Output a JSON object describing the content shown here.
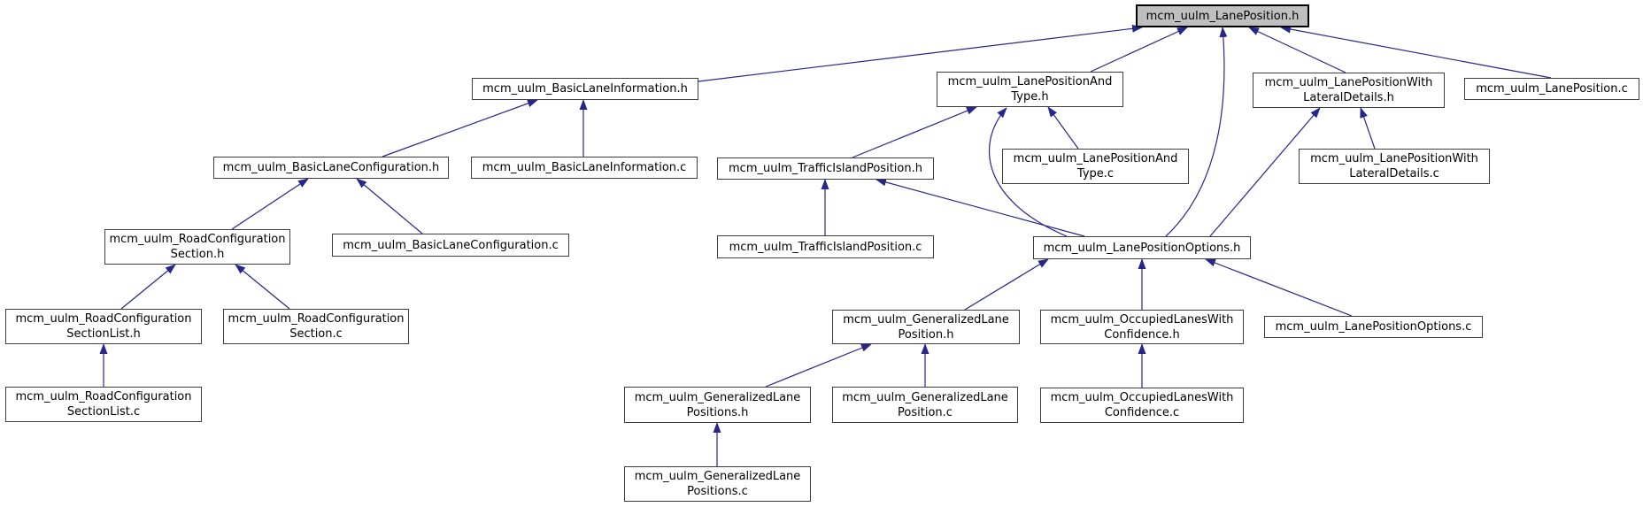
{
  "diagram": {
    "kind": "include-dependency-graph",
    "colors": {
      "background": "#ffffff",
      "edge": "#26268b",
      "node_border": "#3d3d3d",
      "node_fill": "#ffffff",
      "root_fill": "#bfbfbf",
      "root_border": "#000000",
      "text": "#000000"
    }
  },
  "graph": {
    "nodes": [
      {
        "id": "lane-position-h",
        "label": "mcm_uulm_LanePosition.h",
        "lines": [
          "mcm_uulm_LanePosition.h"
        ],
        "highlighted": true
      },
      {
        "id": "basic-lane-information-h",
        "label": "mcm_uulm_BasicLaneInformation.h",
        "lines": [
          "mcm_uulm_BasicLaneInformation.h"
        ],
        "highlighted": false
      },
      {
        "id": "lane-position-and-type-h",
        "label": "mcm_uulm_LanePositionAndType.h",
        "lines": [
          "mcm_uulm_LanePositionAnd",
          "Type.h"
        ],
        "highlighted": false
      },
      {
        "id": "lane-position-with-lateral-details-h",
        "label": "mcm_uulm_LanePositionWithLateralDetails.h",
        "lines": [
          "mcm_uulm_LanePositionWith",
          "LateralDetails.h"
        ],
        "highlighted": false
      },
      {
        "id": "lane-position-c",
        "label": "mcm_uulm_LanePosition.c",
        "lines": [
          "mcm_uulm_LanePosition.c"
        ],
        "highlighted": false
      },
      {
        "id": "basic-lane-configuration-h",
        "label": "mcm_uulm_BasicLaneConfiguration.h",
        "lines": [
          "mcm_uulm_BasicLaneConfiguration.h"
        ],
        "highlighted": false
      },
      {
        "id": "basic-lane-information-c",
        "label": "mcm_uulm_BasicLaneInformation.c",
        "lines": [
          "mcm_uulm_BasicLaneInformation.c"
        ],
        "highlighted": false
      },
      {
        "id": "traffic-island-position-h",
        "label": "mcm_uulm_TrafficIslandPosition.h",
        "lines": [
          "mcm_uulm_TrafficIslandPosition.h"
        ],
        "highlighted": false
      },
      {
        "id": "lane-position-and-type-c",
        "label": "mcm_uulm_LanePositionAndType.c",
        "lines": [
          "mcm_uulm_LanePositionAnd",
          "Type.c"
        ],
        "highlighted": false
      },
      {
        "id": "lane-position-with-lateral-details-c",
        "label": "mcm_uulm_LanePositionWithLateralDetails.c",
        "lines": [
          "mcm_uulm_LanePositionWith",
          "LateralDetails.c"
        ],
        "highlighted": false
      },
      {
        "id": "road-configuration-section-h",
        "label": "mcm_uulm_RoadConfigurationSection.h",
        "lines": [
          "mcm_uulm_RoadConfiguration",
          "Section.h"
        ],
        "highlighted": false
      },
      {
        "id": "basic-lane-configuration-c",
        "label": "mcm_uulm_BasicLaneConfiguration.c",
        "lines": [
          "mcm_uulm_BasicLaneConfiguration.c"
        ],
        "highlighted": false
      },
      {
        "id": "traffic-island-position-c",
        "label": "mcm_uulm_TrafficIslandPosition.c",
        "lines": [
          "mcm_uulm_TrafficIslandPosition.c"
        ],
        "highlighted": false
      },
      {
        "id": "lane-position-options-h",
        "label": "mcm_uulm_LanePositionOptions.h",
        "lines": [
          "mcm_uulm_LanePositionOptions.h"
        ],
        "highlighted": false
      },
      {
        "id": "road-configuration-section-list-h",
        "label": "mcm_uulm_RoadConfigurationSectionList.h",
        "lines": [
          "mcm_uulm_RoadConfiguration",
          "SectionList.h"
        ],
        "highlighted": false
      },
      {
        "id": "road-configuration-section-c",
        "label": "mcm_uulm_RoadConfigurationSection.c",
        "lines": [
          "mcm_uulm_RoadConfiguration",
          "Section.c"
        ],
        "highlighted": false
      },
      {
        "id": "generalized-lane-position-h",
        "label": "mcm_uulm_GeneralizedLanePosition.h",
        "lines": [
          "mcm_uulm_GeneralizedLane",
          "Position.h"
        ],
        "highlighted": false
      },
      {
        "id": "occupied-lanes-with-confidence-h",
        "label": "mcm_uulm_OccupiedLanesWithConfidence.h",
        "lines": [
          "mcm_uulm_OccupiedLanesWith",
          "Confidence.h"
        ],
        "highlighted": false
      },
      {
        "id": "lane-position-options-c",
        "label": "mcm_uulm_LanePositionOptions.c",
        "lines": [
          "mcm_uulm_LanePositionOptions.c"
        ],
        "highlighted": false
      },
      {
        "id": "road-configuration-section-list-c",
        "label": "mcm_uulm_RoadConfigurationSectionList.c",
        "lines": [
          "mcm_uulm_RoadConfiguration",
          "SectionList.c"
        ],
        "highlighted": false
      },
      {
        "id": "generalized-lane-positions-h",
        "label": "mcm_uulm_GeneralizedLanePositions.h",
        "lines": [
          "mcm_uulm_GeneralizedLane",
          "Positions.h"
        ],
        "highlighted": false
      },
      {
        "id": "generalized-lane-position-c",
        "label": "mcm_uulm_GeneralizedLanePosition.c",
        "lines": [
          "mcm_uulm_GeneralizedLane",
          "Position.c"
        ],
        "highlighted": false
      },
      {
        "id": "occupied-lanes-with-confidence-c",
        "label": "mcm_uulm_OccupiedLanesWithConfidence.c",
        "lines": [
          "mcm_uulm_OccupiedLanesWith",
          "Confidence.c"
        ],
        "highlighted": false
      },
      {
        "id": "generalized-lane-positions-c",
        "label": "mcm_uulm_GeneralizedLanePositions.c",
        "lines": [
          "mcm_uulm_GeneralizedLane",
          "Positions.c"
        ],
        "highlighted": false
      }
    ],
    "edges": [
      {
        "from": "basic-lane-information-h",
        "to": "lane-position-h"
      },
      {
        "from": "lane-position-and-type-h",
        "to": "lane-position-h"
      },
      {
        "from": "lane-position-options-h",
        "to": "lane-position-h"
      },
      {
        "from": "lane-position-with-lateral-details-h",
        "to": "lane-position-h"
      },
      {
        "from": "lane-position-c",
        "to": "lane-position-h"
      },
      {
        "from": "traffic-island-position-h",
        "to": "lane-position-and-type-h"
      },
      {
        "from": "lane-position-and-type-c",
        "to": "lane-position-and-type-h"
      },
      {
        "from": "lane-position-options-h",
        "to": "lane-position-and-type-h"
      },
      {
        "from": "traffic-island-position-c",
        "to": "traffic-island-position-h"
      },
      {
        "from": "lane-position-options-h",
        "to": "traffic-island-position-h"
      },
      {
        "from": "lane-position-with-lateral-details-c",
        "to": "lane-position-with-lateral-details-h"
      },
      {
        "from": "lane-position-options-h",
        "to": "lane-position-with-lateral-details-h"
      },
      {
        "from": "basic-lane-configuration-h",
        "to": "basic-lane-information-h"
      },
      {
        "from": "basic-lane-information-c",
        "to": "basic-lane-information-h"
      },
      {
        "from": "road-configuration-section-h",
        "to": "basic-lane-configuration-h"
      },
      {
        "from": "basic-lane-configuration-c",
        "to": "basic-lane-configuration-h"
      },
      {
        "from": "road-configuration-section-list-h",
        "to": "road-configuration-section-h"
      },
      {
        "from": "road-configuration-section-c",
        "to": "road-configuration-section-h"
      },
      {
        "from": "road-configuration-section-list-c",
        "to": "road-configuration-section-list-h"
      },
      {
        "from": "generalized-lane-position-h",
        "to": "lane-position-options-h"
      },
      {
        "from": "occupied-lanes-with-confidence-h",
        "to": "lane-position-options-h"
      },
      {
        "from": "lane-position-options-c",
        "to": "lane-position-options-h"
      },
      {
        "from": "generalized-lane-positions-h",
        "to": "generalized-lane-position-h"
      },
      {
        "from": "generalized-lane-position-c",
        "to": "generalized-lane-position-h"
      },
      {
        "from": "occupied-lanes-with-confidence-c",
        "to": "occupied-lanes-with-confidence-h"
      },
      {
        "from": "generalized-lane-positions-c",
        "to": "generalized-lane-positions-h"
      }
    ]
  }
}
